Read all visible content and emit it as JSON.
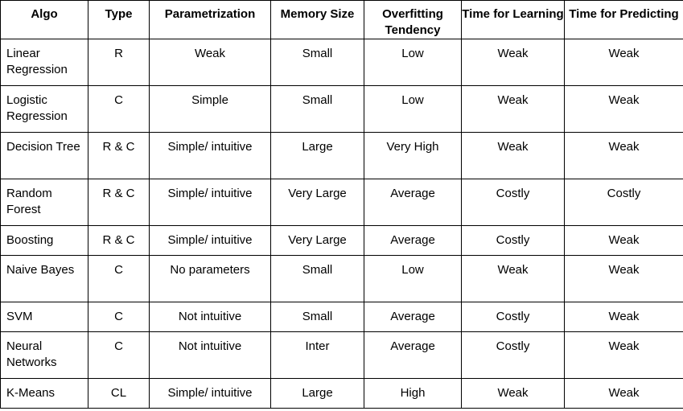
{
  "headers": [
    "Algo",
    "Type",
    "Parametrization",
    "Memory Size",
    "Overfitting Tendency",
    "Time for Learning",
    "Time for Predicting"
  ],
  "rows": [
    [
      "Linear Regression",
      "R",
      "Weak",
      "Small",
      "Low",
      "Weak",
      "Weak"
    ],
    [
      "Logistic Regression",
      "C",
      "Simple",
      "Small",
      "Low",
      "Weak",
      "Weak"
    ],
    [
      "Decision Tree",
      "R & C",
      "Simple/ intuitive",
      "Large",
      "Very High",
      "Weak",
      "Weak"
    ],
    [
      "Random Forest",
      "R & C",
      "Simple/ intuitive",
      "Very Large",
      "Average",
      "Costly",
      "Costly"
    ],
    [
      "Boosting",
      "R & C",
      "Simple/ intuitive",
      "Very Large",
      "Average",
      "Costly",
      "Weak"
    ],
    [
      "Naive Bayes",
      "C",
      "No parameters",
      "Small",
      "Low",
      "Weak",
      "Weak"
    ],
    [
      "SVM",
      "C",
      "Not intuitive",
      "Small",
      "Average",
      "Costly",
      "Weak"
    ],
    [
      "Neural Networks",
      "C",
      "Not intuitive",
      "Inter",
      "Average",
      "Costly",
      "Weak"
    ],
    [
      "K-Means",
      "CL",
      "Simple/ intuitive",
      "Large",
      "High",
      "Weak",
      "Weak"
    ]
  ]
}
